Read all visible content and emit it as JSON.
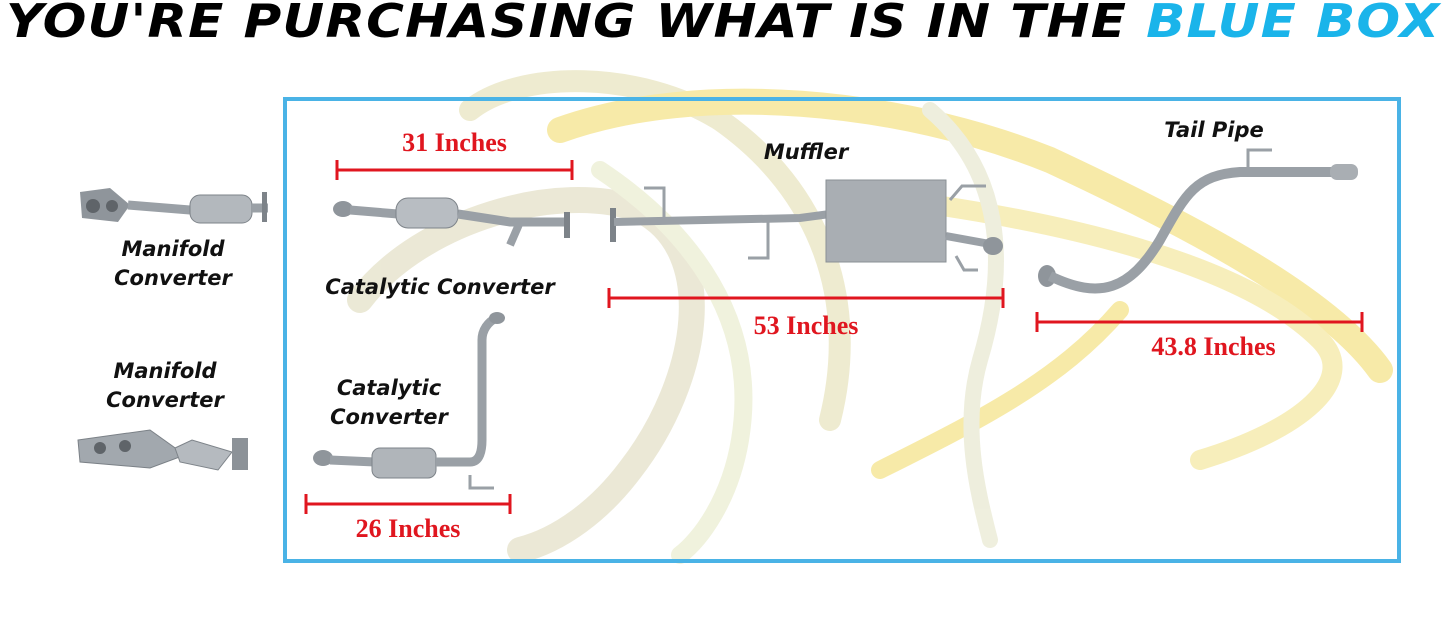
{
  "banner": {
    "prefix": "YOU'RE PURCHASING WHAT IS IN THE",
    "highlight": "BLUE BOX"
  },
  "colors": {
    "highlight": "#1ab4ea",
    "box_border": "#4ab3e6",
    "measure": "#e0161f",
    "pipe": "#9aa0a6",
    "watermark": "#f6e79a"
  },
  "outside_box": {
    "manifold_top": {
      "line1": "Manifold",
      "line2": "Converter"
    },
    "manifold_bottom": {
      "line1": "Manifold",
      "line2": "Converter"
    }
  },
  "inside_box": {
    "cat_top": {
      "label": "Catalytic Converter",
      "measure": "31 Inches"
    },
    "cat_bottom": {
      "line1": "Catalytic",
      "line2": "Converter",
      "measure": "26 Inches"
    },
    "muffler": {
      "label": "Muffler",
      "measure": "53 Inches"
    },
    "tail_pipe": {
      "label": "Tail Pipe",
      "measure": "43.8 Inches"
    }
  }
}
